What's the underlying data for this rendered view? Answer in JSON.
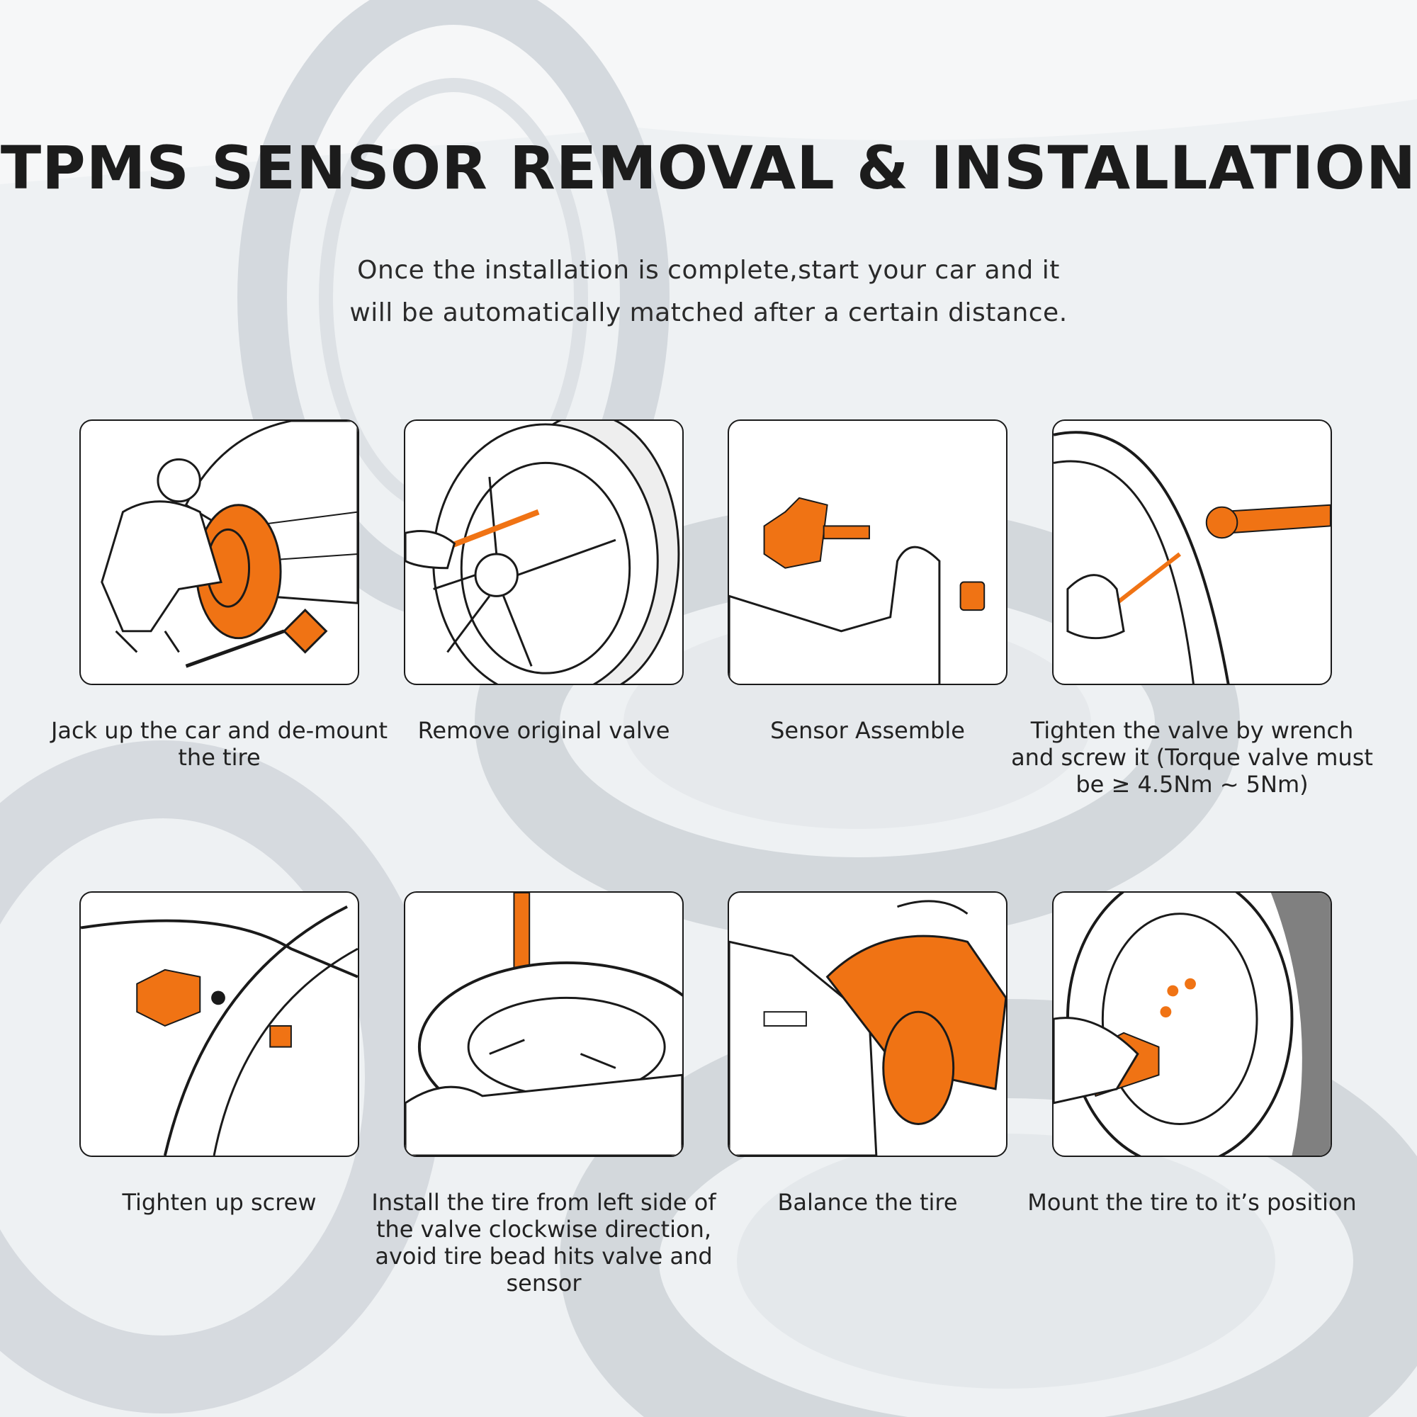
{
  "header": {
    "title": "TPMS SENSOR REMOVAL & INSTALLATION",
    "subtitle_line1": "Once the installation is complete,start your car and it",
    "subtitle_line2": "will be automatically matched after a certain distance."
  },
  "colors": {
    "accent": "#f07314",
    "outline": "#1a1a1a",
    "card_bg": "#ffffff"
  },
  "steps": [
    {
      "caption": "Jack up the car and de-mount the tire",
      "icon": "jack-car-icon"
    },
    {
      "caption": "Remove original valve",
      "icon": "remove-valve-icon"
    },
    {
      "caption": "Sensor Assemble",
      "icon": "sensor-assemble-icon"
    },
    {
      "caption": "Tighten the valve by wrench and screw it (Torque valve must be ≥ 4.5Nm ~ 5Nm)",
      "icon": "wrench-icon"
    },
    {
      "caption": "Tighten up screw",
      "icon": "screw-icon"
    },
    {
      "caption": "Install the tire from left side of the valve clockwise direction, avoid tire bead hits valve and sensor",
      "icon": "tire-changer-icon"
    },
    {
      "caption": "Balance the tire",
      "icon": "balancer-icon"
    },
    {
      "caption": "Mount the tire to it’s position",
      "icon": "mount-tire-icon"
    }
  ]
}
